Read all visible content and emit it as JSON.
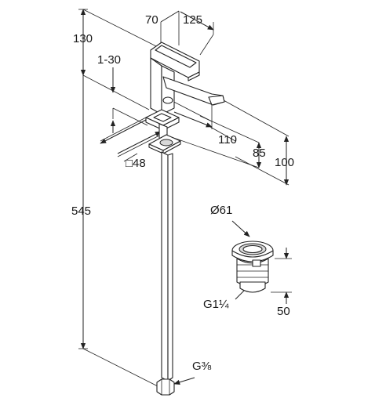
{
  "dimensions": {
    "width_70": "70",
    "width_125": "125",
    "height_130": "130",
    "thickness": "1-30",
    "reach_110": "110",
    "height_85": "85",
    "height_100": "100",
    "total_545": "545",
    "base_48": "□48",
    "waste_dia": "Ø61",
    "waste_thread": "G1¼",
    "waste_height": "50",
    "hose_thread": "G⅜"
  }
}
